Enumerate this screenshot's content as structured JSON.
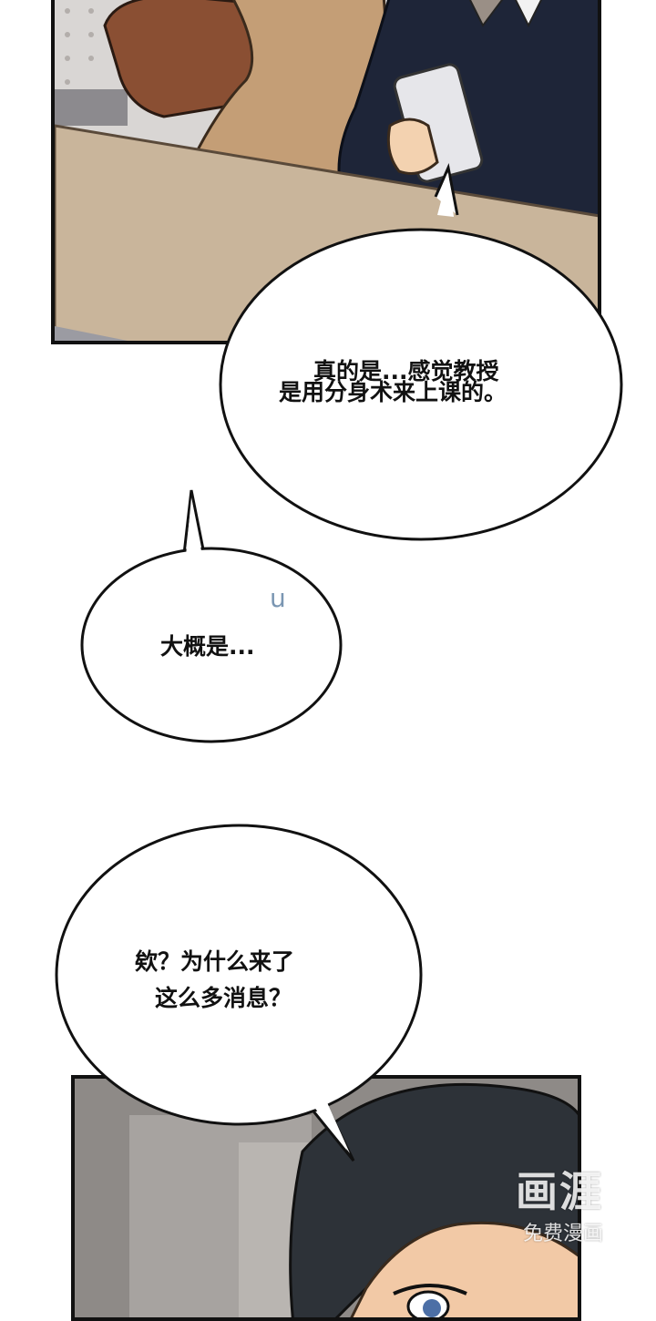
{
  "bubbles": {
    "bubble1": {
      "line1": "真的是...感觉教授",
      "line2": "是用分身术来上课的。"
    },
    "bubble2": {
      "line1": "大概是..."
    },
    "bubble3": {
      "line1": "欸？为什么来了",
      "line2": "这么多消息？"
    }
  },
  "sfx": {
    "sweat": "u"
  },
  "watermark": {
    "logo": "画涯",
    "subtitle": "免费漫画"
  },
  "colors": {
    "ink": "#111111",
    "paper": "#ffffff",
    "jacket": "#1e2538",
    "coat": "#b99572",
    "hair": "#2d3238"
  }
}
